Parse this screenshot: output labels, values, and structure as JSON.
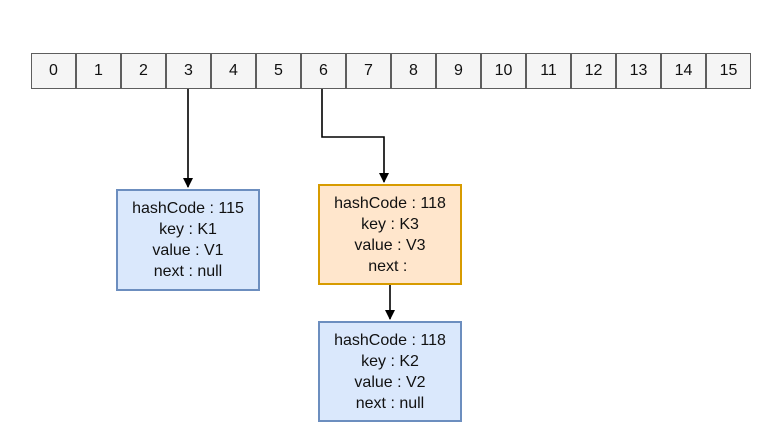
{
  "array": {
    "cells": [
      "0",
      "1",
      "2",
      "3",
      "4",
      "5",
      "6",
      "7",
      "8",
      "9",
      "10",
      "11",
      "12",
      "13",
      "14",
      "15"
    ]
  },
  "nodes": [
    {
      "id": "k1",
      "hashcode": "hashCode : 115",
      "key": "key : K1",
      "value": "value : V1",
      "next": "next : null",
      "fill": "#dae8fc",
      "stroke": "#6c8ebf"
    },
    {
      "id": "k3",
      "hashcode": "hashCode : 118",
      "key": "key : K3",
      "value": "value : V3",
      "next": "next : ",
      "fill": "#ffe6cc",
      "stroke": "#d79b00"
    },
    {
      "id": "k2",
      "hashcode": "hashCode : 118",
      "key": "key : K2",
      "value": "value : V2",
      "next": "next : null",
      "fill": "#dae8fc",
      "stroke": "#6c8ebf"
    }
  ],
  "edges": [
    {
      "from": "cell-3",
      "to": "k1"
    },
    {
      "from": "cell-6",
      "to": "k3"
    },
    {
      "from": "k3",
      "to": "k2"
    }
  ]
}
